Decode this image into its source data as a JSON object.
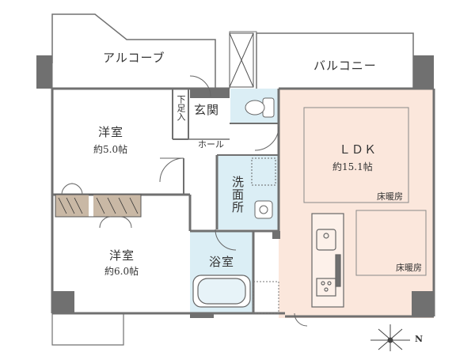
{
  "rooms": {
    "alcove": "アルコーブ",
    "balcony": "バルコニー",
    "entrance": "玄関",
    "shoe_storage": "下足入",
    "hall": "ホール",
    "western_room_1": {
      "name": "洋室",
      "area": "約5.0帖"
    },
    "western_room_2": {
      "name": "洋室",
      "area": "約6.0帖"
    },
    "washroom": "洗面所",
    "bathroom": "浴室",
    "ldk": {
      "name": "ＬＤＫ",
      "area": "約15.1帖"
    }
  },
  "notes": {
    "floor_heating_1": "床暖房",
    "floor_heating_2": "床暖房"
  },
  "compass": {
    "label": "N"
  },
  "colors": {
    "wall": "#707070",
    "ldk_floor": "#fbe7dc",
    "wet_area": "#dbeef5",
    "closet": "#c9b8a5",
    "line": "#555555"
  }
}
